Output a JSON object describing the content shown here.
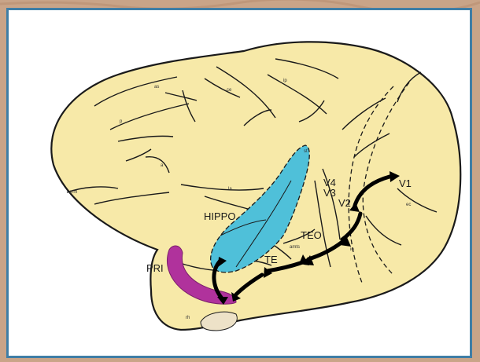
{
  "colors": {
    "background": "#c9a488",
    "frame": "#3f7ea6",
    "brain_fill": "#f7e9a8",
    "hippocampus_fill": "#4fc0d9",
    "perirhinal_fill": "#b0329c",
    "arrows": "#000000"
  },
  "labels": {
    "v1": "V1",
    "v2": "V2",
    "v3": "V3",
    "v4": "V4",
    "teo": "TEO",
    "te": "TE",
    "hippo": "HIPPO",
    "pri": "PRI"
  },
  "sulcus_labels": {
    "as": "as",
    "ce": "ce",
    "ip": "ip",
    "p": "p",
    "a": "a",
    "orm": "orm",
    "la": "la",
    "st": "st",
    "ec": "ec",
    "io": "io",
    "amts": "amts",
    "rh": "rh"
  }
}
